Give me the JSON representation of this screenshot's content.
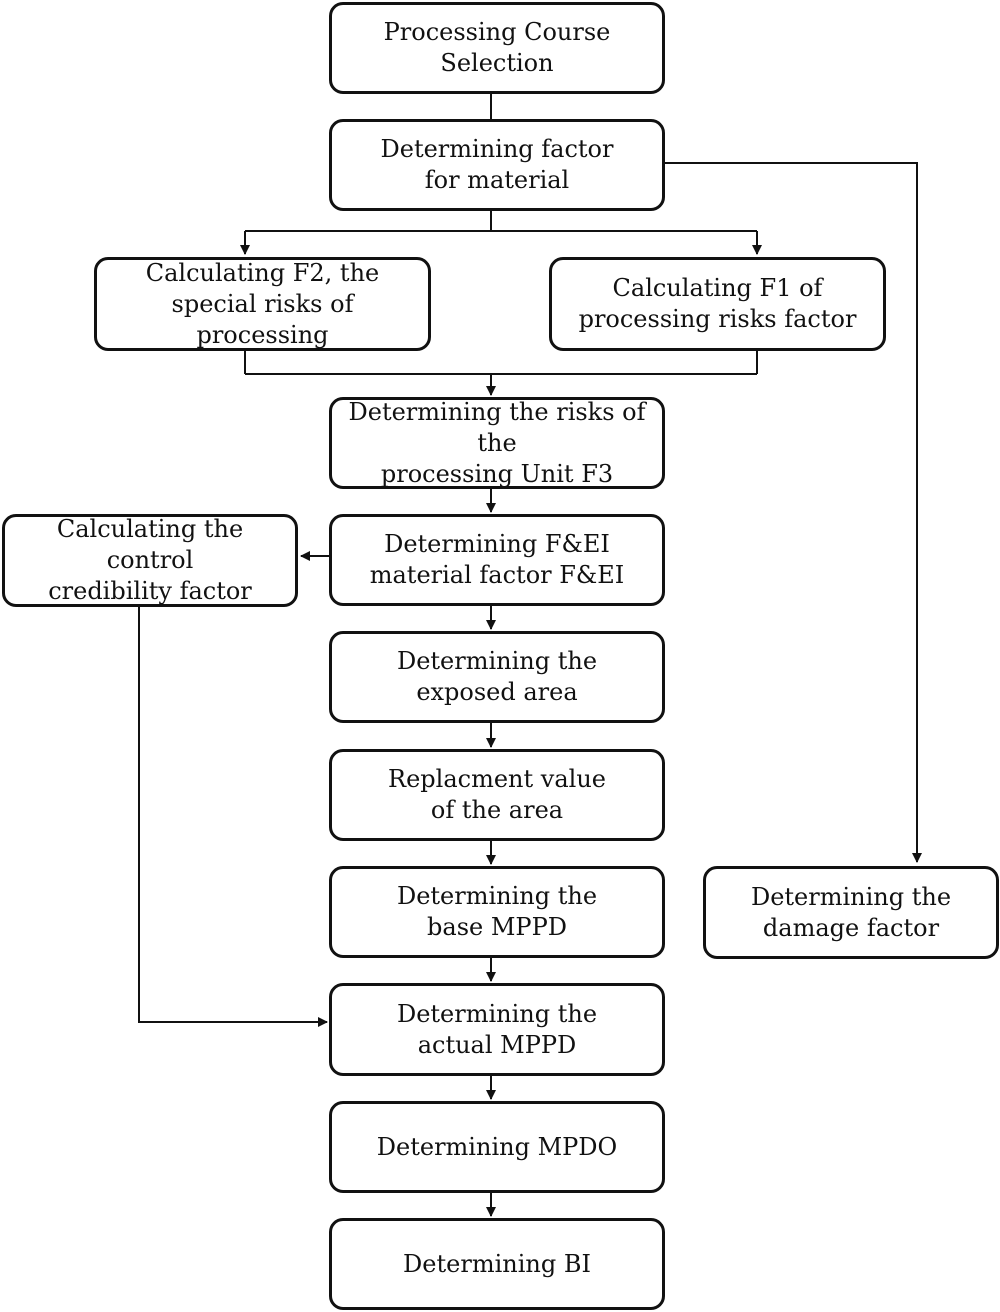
{
  "diagram": {
    "nodes": {
      "processing_course": "Processing Course\nSelection",
      "material_factor": "Determining factor\nfor material",
      "f2_special_risks": "Calculating F2,  the\nspecial risks of processing",
      "f1_processing_risks": "Calculating F1  of\nprocessing risks factor",
      "unit_risks_f3": "Determining the risks of the\nprocessing Unit F3",
      "control_credibility": "Calculating the control\ncredibility factor",
      "fei_material_factor": "Determining F&EI\nmaterial factor F&EI",
      "exposed_area": "Determining the\nexposed area",
      "replacement_value": "Replacment value\nof the area",
      "base_mppd": "Determining the\nbase MPPD",
      "actual_mppd": "Determining the\nactual MPPD",
      "mpdo": "Determining MPDO",
      "bi": "Determining BI",
      "damage_factor": "Determining the\ndamage factor"
    },
    "edges": [
      [
        "processing_course",
        "material_factor"
      ],
      [
        "material_factor",
        "f2_special_risks"
      ],
      [
        "material_factor",
        "f1_processing_risks"
      ],
      [
        "material_factor",
        "damage_factor"
      ],
      [
        "f2_special_risks",
        "unit_risks_f3"
      ],
      [
        "f1_processing_risks",
        "unit_risks_f3"
      ],
      [
        "unit_risks_f3",
        "fei_material_factor"
      ],
      [
        "fei_material_factor",
        "control_credibility"
      ],
      [
        "fei_material_factor",
        "exposed_area"
      ],
      [
        "exposed_area",
        "replacement_value"
      ],
      [
        "replacement_value",
        "base_mppd"
      ],
      [
        "base_mppd",
        "actual_mppd"
      ],
      [
        "control_credibility",
        "actual_mppd"
      ],
      [
        "actual_mppd",
        "mpdo"
      ],
      [
        "mpdo",
        "bi"
      ]
    ]
  }
}
